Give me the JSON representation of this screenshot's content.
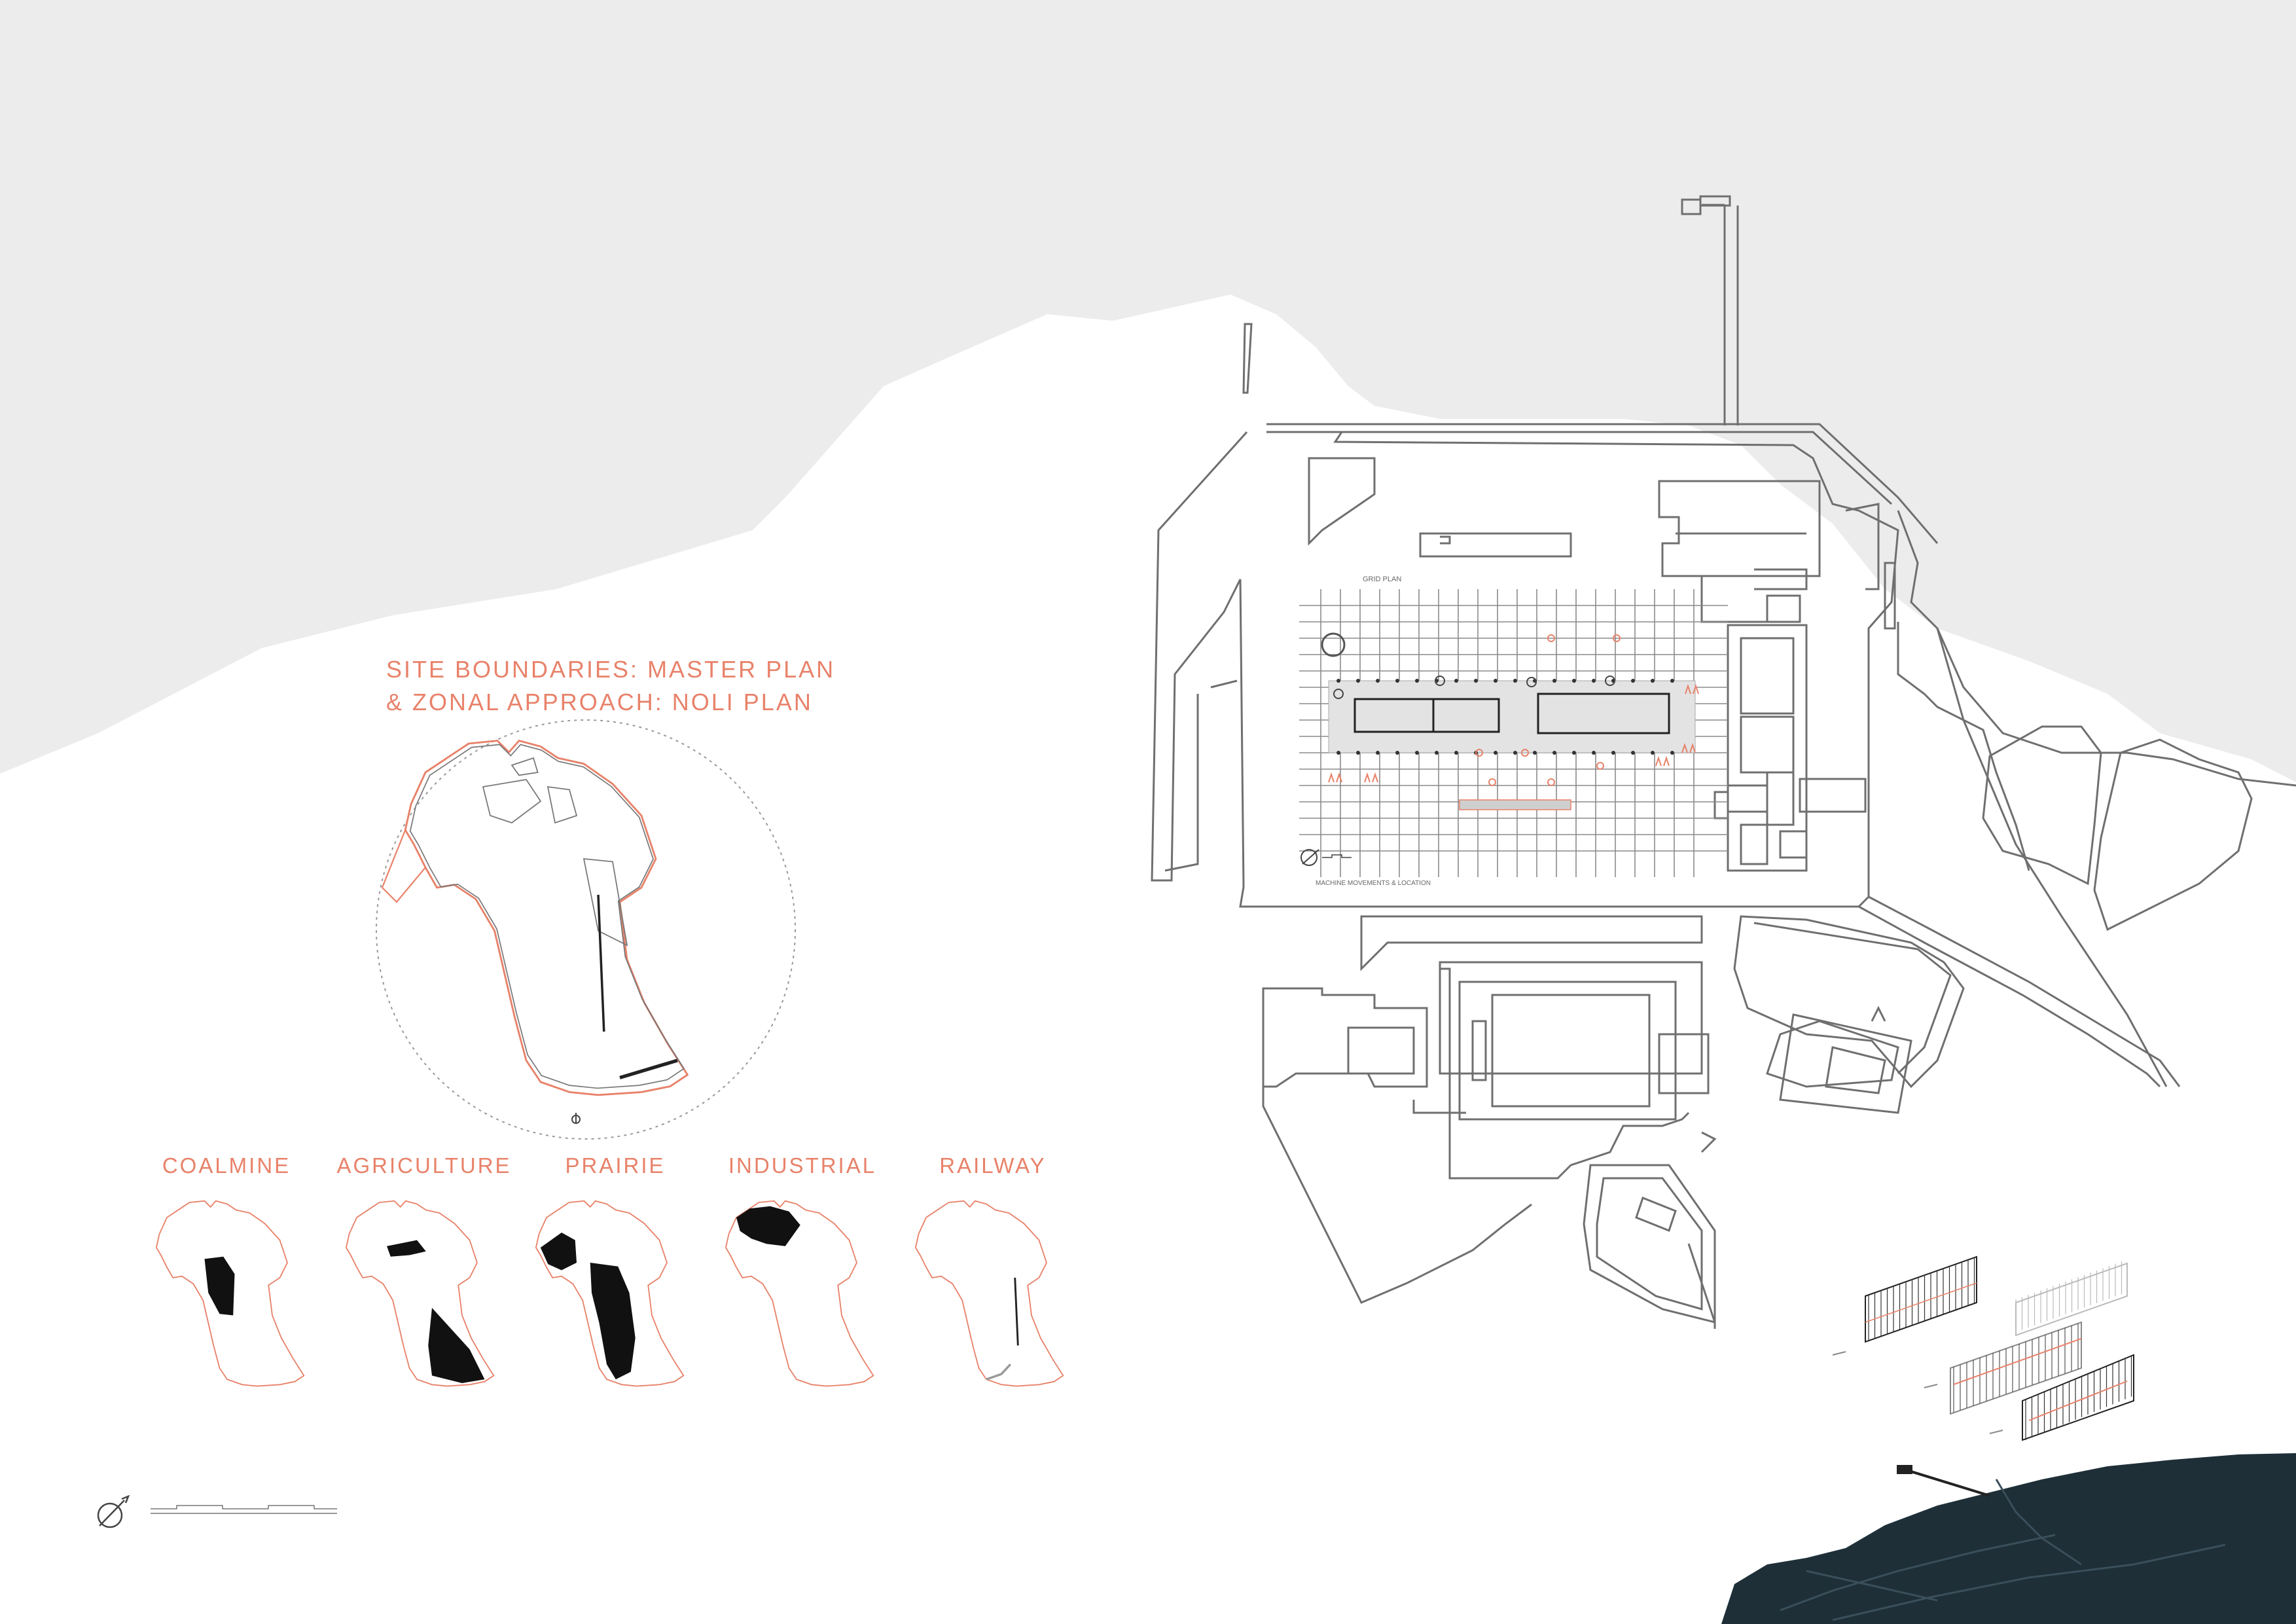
{
  "board": {
    "title_line1": "SITE BOUNDARIES: MASTER PLAN",
    "title_line2": "& ZONAL APPROACH: NOLI PLAN",
    "grid_plan_label": "GRID PLAN",
    "machine_label": "MACHINE MOVEMENTS & LOCATION",
    "accent_color": "#e8826a",
    "sky_color": "#ececec",
    "water_color": "#1e2f38"
  },
  "zones": [
    {
      "label": "COALMINE",
      "fill": "coal"
    },
    {
      "label": "AGRICULTURE",
      "fill": "agri"
    },
    {
      "label": "PRAIRIE",
      "fill": "prairie"
    },
    {
      "label": "INDUSTRIAL",
      "fill": "industrial"
    },
    {
      "label": "RAILWAY",
      "fill": "railway"
    }
  ],
  "icons": [
    "north-arrow-icon",
    "scale-bar-icon"
  ]
}
